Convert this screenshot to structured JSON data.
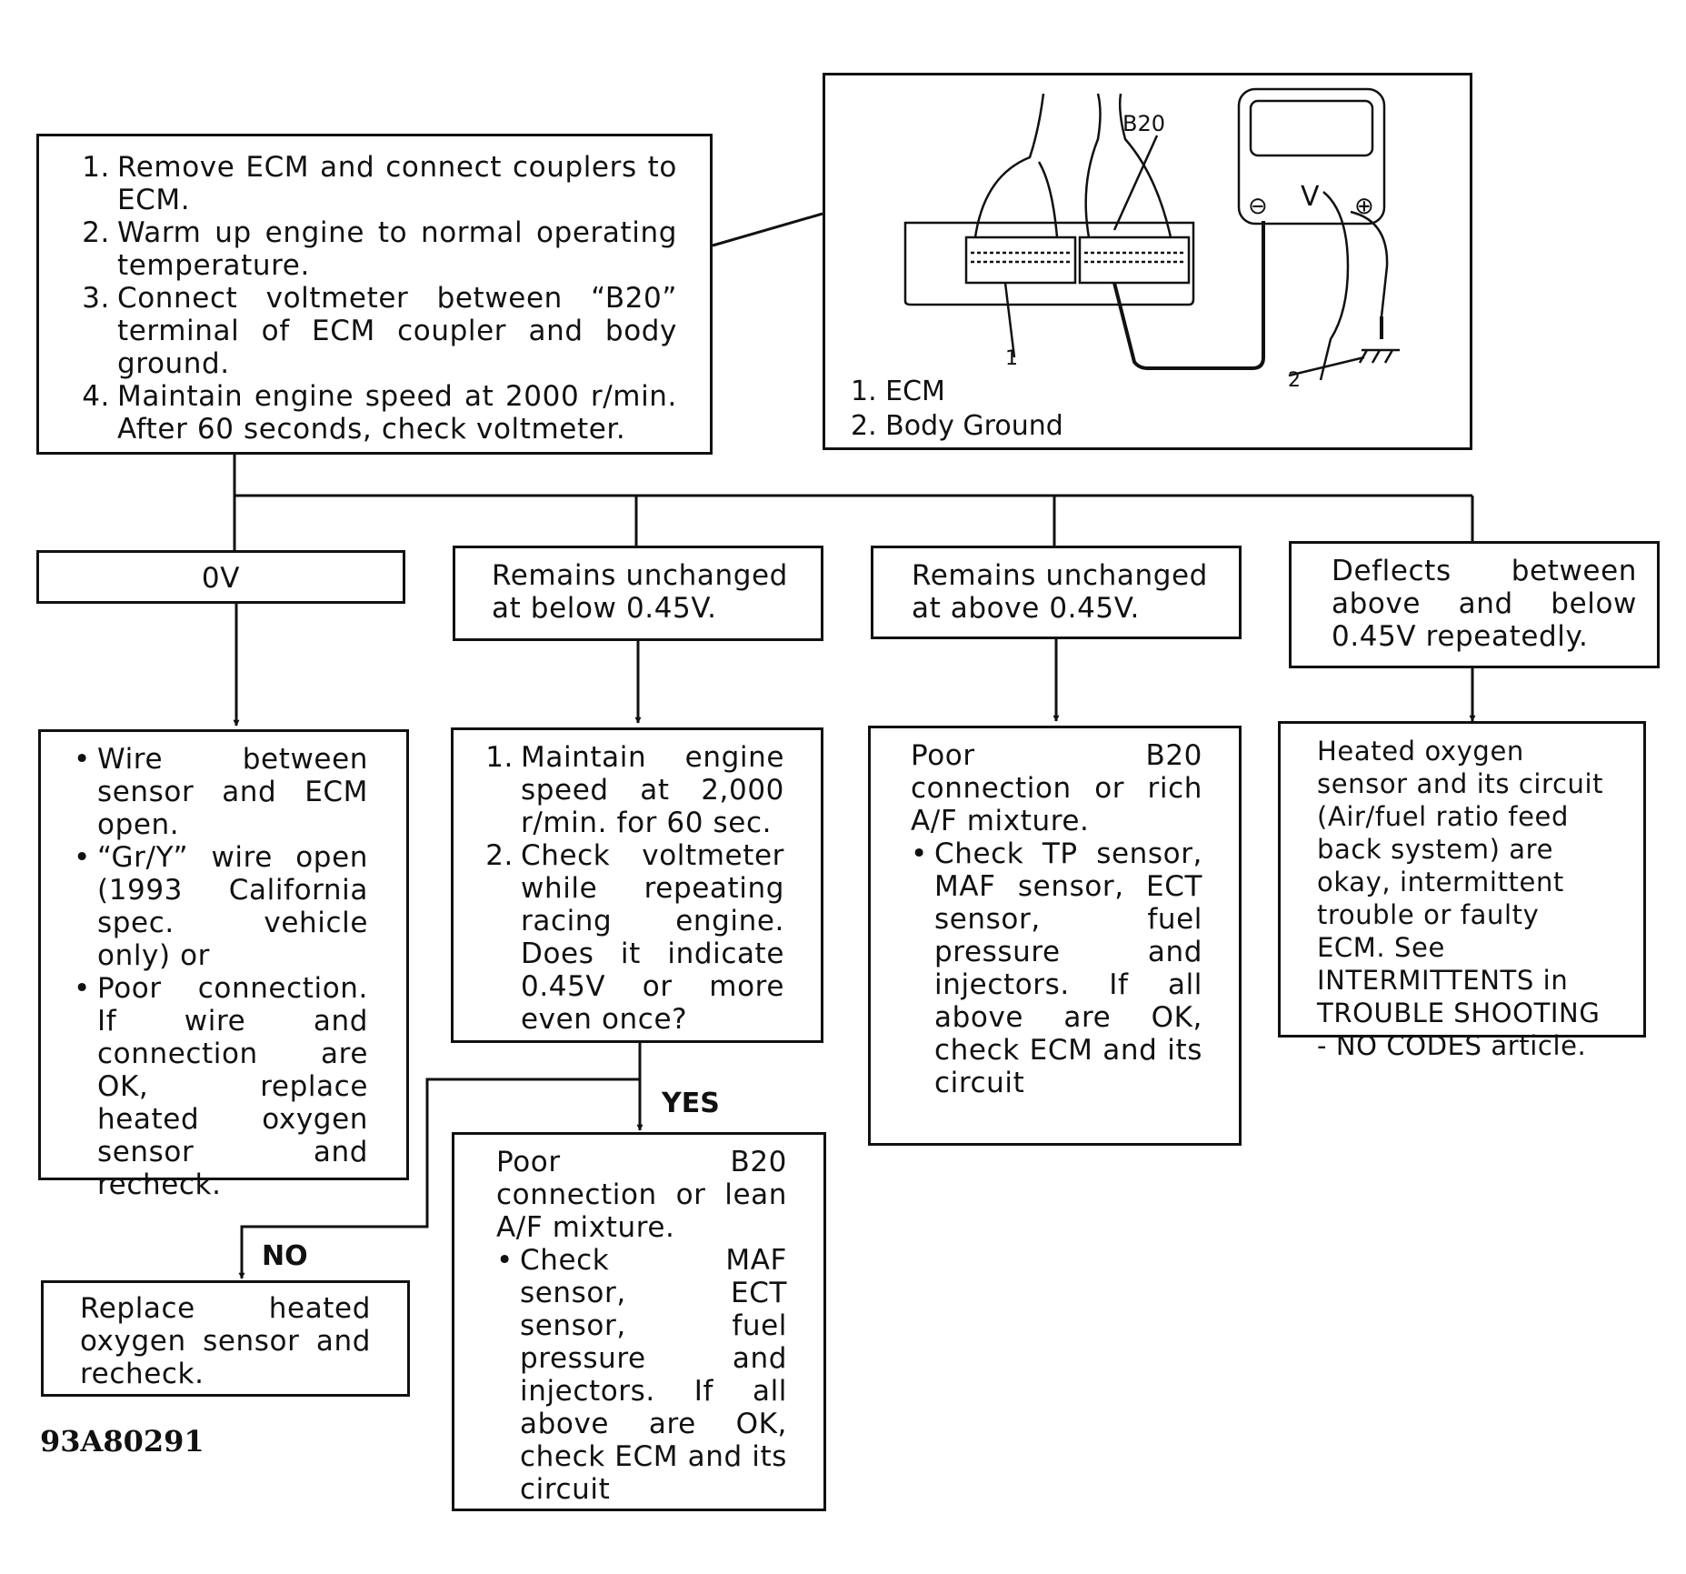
{
  "start": {
    "steps": [
      {
        "num": "1.",
        "text": "Remove ECM and connect couplers to ECM."
      },
      {
        "num": "2.",
        "text": "Warm up engine to normal operating temperature."
      },
      {
        "num": "3.",
        "text": "Connect voltmeter between “B20” terminal of ECM coupler and body ground."
      },
      {
        "num": "4.",
        "text": "Maintain engine speed at 2000 r/min. After 60 seconds, check voltmeter."
      }
    ]
  },
  "illustration": {
    "terminal_label": "B20",
    "meter_symbol": "V",
    "neg_symbol": "⊖",
    "pos_symbol": "⊕",
    "callout_1": "1",
    "callout_2": "2",
    "legend": [
      "1. ECM",
      "2. Body Ground"
    ]
  },
  "results": {
    "r1": "0V",
    "r2": "Remains unchanged at below 0.45V.",
    "r3": "Remains unchanged at above 0.45V.",
    "r4": "Deflects between above and below 0.45V repeatedly."
  },
  "actions": {
    "a1": [
      "Wire between sensor and ECM open.",
      "“Gr/Y” wire open (1993 California spec. vehicle only) or",
      "Poor connection. If wire and connection are OK, replace heated oxygen sensor and recheck."
    ],
    "a2": [
      {
        "num": "1.",
        "text": "Maintain engine speed at 2,000 r/min. for 60 sec."
      },
      {
        "num": "2.",
        "text": "Check voltmeter while repeating racing engine. Does it indicate 0.45V or more even once?"
      }
    ],
    "a3_intro": "Poor B20 connection or rich A/F mixture.",
    "a3_bullet": "Check TP sensor, MAF sensor, ECT sensor, fuel pressure and injectors. If all above are OK, check ECM and its circuit",
    "a4": "Heated oxygen sensor and its circuit (Air/fuel ratio feed back system) are okay, intermittent trouble or faulty ECM. See INTERMITTENTS in TROUBLE SHOOTING - NO CODES article."
  },
  "branch": {
    "yes_label": "YES",
    "no_label": "NO",
    "yes_intro": "Poor B20 connection or lean A/F mixture.",
    "yes_bullet": "Check MAF sensor, ECT sensor, fuel pressure and injectors. If all above are OK, check ECM and its circuit",
    "no_text": "Replace heated oxygen sensor and recheck."
  },
  "figure_code": "93A80291"
}
